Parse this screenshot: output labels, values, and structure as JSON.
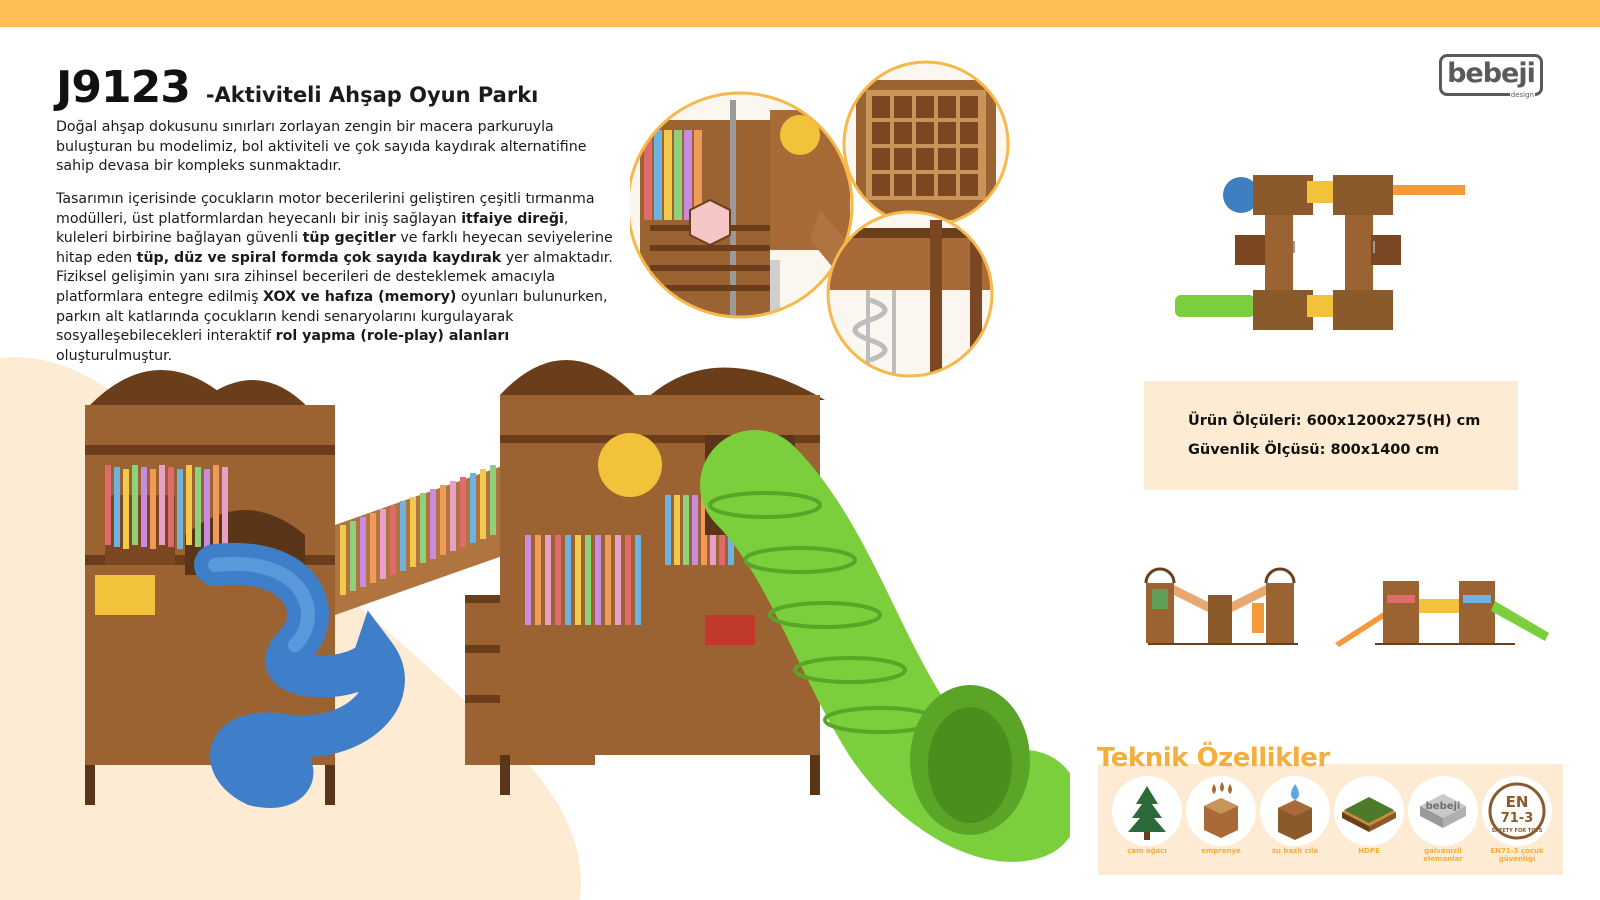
{
  "product": {
    "code": "J9123",
    "title": "-Aktiviteli Ahşap Oyun Parkı"
  },
  "intro": "Doğal ahşap dokusunu sınırları zorlayan zengin bir macera parkuruyla buluşturan bu modelimiz, bol aktiviteli ve çok sayıda kaydırak alternatifine sahip devasa bir kompleks sunmaktadır.",
  "description": {
    "s1": "Tasarımın içerisinde çocukların motor becerilerini geliştiren çeşitli tırmanma modülleri, üst platformlardan heyecanlı bir iniş sağlayan ",
    "b1": "itfaiye direği",
    "s2": ", kuleleri birbirine bağlayan güvenli ",
    "b2": "tüp geçitler",
    "s3": " ve farklı heyecan seviyelerine hitap eden ",
    "b3": "tüp, düz ve spiral formda çok sayıda kaydırak",
    "s4": " yer almaktadır. Fiziksel gelişimin yanı sıra zihinsel becerileri de desteklemek amacıyla platformlara entegre edilmiş ",
    "b4": "XOX ve hafıza (memory)",
    "s5": " oyunları bulunurken, parkın alt katlarında çocukların kendi senaryolarını kurgulayarak sosyalleşebilecekleri interaktif ",
    "b5": "rol yapma (role-play) alanları",
    "s6": " oluşturulmuştur."
  },
  "brand": {
    "name": "bebeji",
    "sub": "design"
  },
  "dimensions": {
    "product": "Ürün Ölçüleri: 600x1200x275(H) cm",
    "safety": "Güvenlik Ölçüsü: 800x1400 cm"
  },
  "tech": {
    "title": "Teknik Özellikler",
    "items": [
      {
        "label": "çam ağacı",
        "icon": "pine-tree-icon"
      },
      {
        "label": "emprenye",
        "icon": "impregnation-icon"
      },
      {
        "label": "su bazlı cila",
        "icon": "water-varnish-icon"
      },
      {
        "label": "HDPE",
        "icon": "hdpe-icon"
      },
      {
        "label": "galvanizli elemanlar",
        "icon": "galvanized-icon"
      },
      {
        "label": "EN71-3 çocuk güvenliği",
        "icon": "en71-icon"
      }
    ],
    "en_badge": {
      "line1": "EN",
      "line2": "71-3",
      "ring": "SAFETY FOR TOYS"
    },
    "galv_logo": "bebeji"
  },
  "colors": {
    "accent": "#ffbf55",
    "panel": "#fdebd3",
    "tech_title": "#f6ae3a",
    "wood": "#8b5a2b",
    "green_slide": "#7ccf3c",
    "blue_slide": "#3f7fc9"
  }
}
